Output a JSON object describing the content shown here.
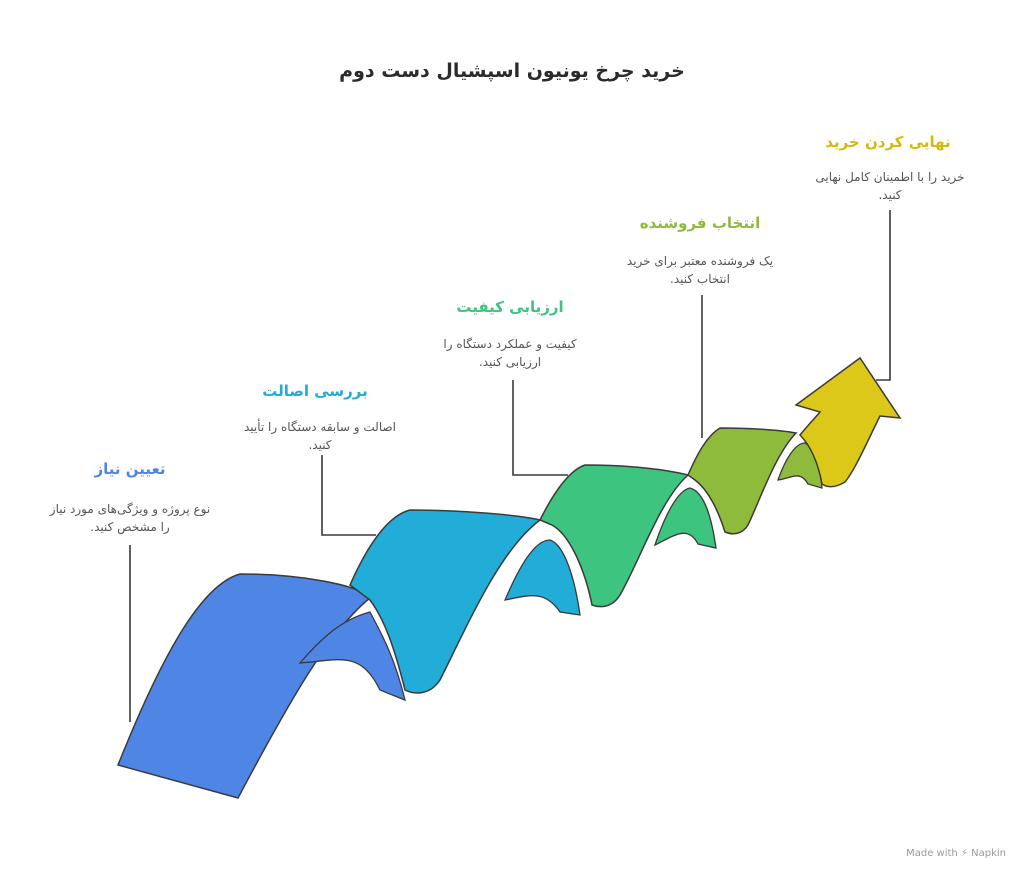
{
  "title": "خرید چرخ  یونیون اسپشیال دست دوم",
  "colors": {
    "blue": "#4f86e6",
    "cyan": "#22acd8",
    "green": "#3dc47e",
    "olive": "#8fbb3c",
    "yellow": "#dcc818",
    "outline": "#3a3a3a",
    "connector": "#3a3a3a"
  },
  "steps": [
    {
      "title": "تعیین نیاز",
      "desc": "نوع پروژه و ویژگی‌های مورد نیاز را مشخص کنید.",
      "color": "#4f86e6"
    },
    {
      "title": "بررسی اصالت",
      "desc": "اصالت و سابقه دستگاه را تأیید کنید.",
      "color": "#22acd8"
    },
    {
      "title": "ارزیابی کیفیت",
      "desc": "کیفیت و عملکرد دستگاه را ارزیابی کنید.",
      "color": "#3dc47e"
    },
    {
      "title": "انتخاب فروشنده",
      "desc": "یک فروشنده معتبر برای خرید انتخاب کنید.",
      "color": "#8fbb3c"
    },
    {
      "title": "نهایی کردن خرید",
      "desc": "خرید را با اطمینان کامل نهایی کنید.",
      "color": "#d4b90e"
    }
  ],
  "footer": {
    "label": "Made with ⚡ Napkin"
  }
}
